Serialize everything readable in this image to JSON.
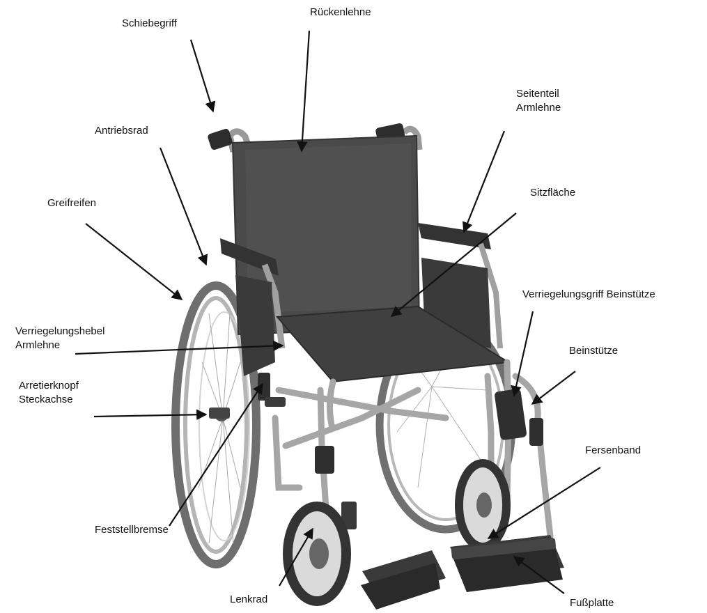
{
  "labels": {
    "schiebegriff": "Schiebegriff",
    "rueckenlehne": "Rückenlehne",
    "seitenteil_line1": "Seitenteil",
    "seitenteil_line2": "Armlehne",
    "antriebsrad": "Antriebsrad",
    "sitzflaeche": "Sitzfläche",
    "greifreifen": "Greifreifen",
    "verriegelungsgriff": "Verriegelungsgriff Beinstütze",
    "verriegelungshebel_line1": "Verriegelungshebel",
    "verriegelungshebel_line2": "Armlehne",
    "beinstuetze": "Beinstütze",
    "arretierknopf_line1": "Arretierknopf",
    "arretierknopf_line2": "Steckachse",
    "fersenband": "Fersenband",
    "feststellbremse": "Feststellbremse",
    "lenkrad": "Lenkrad",
    "fussplatte": "Fußplatte"
  }
}
